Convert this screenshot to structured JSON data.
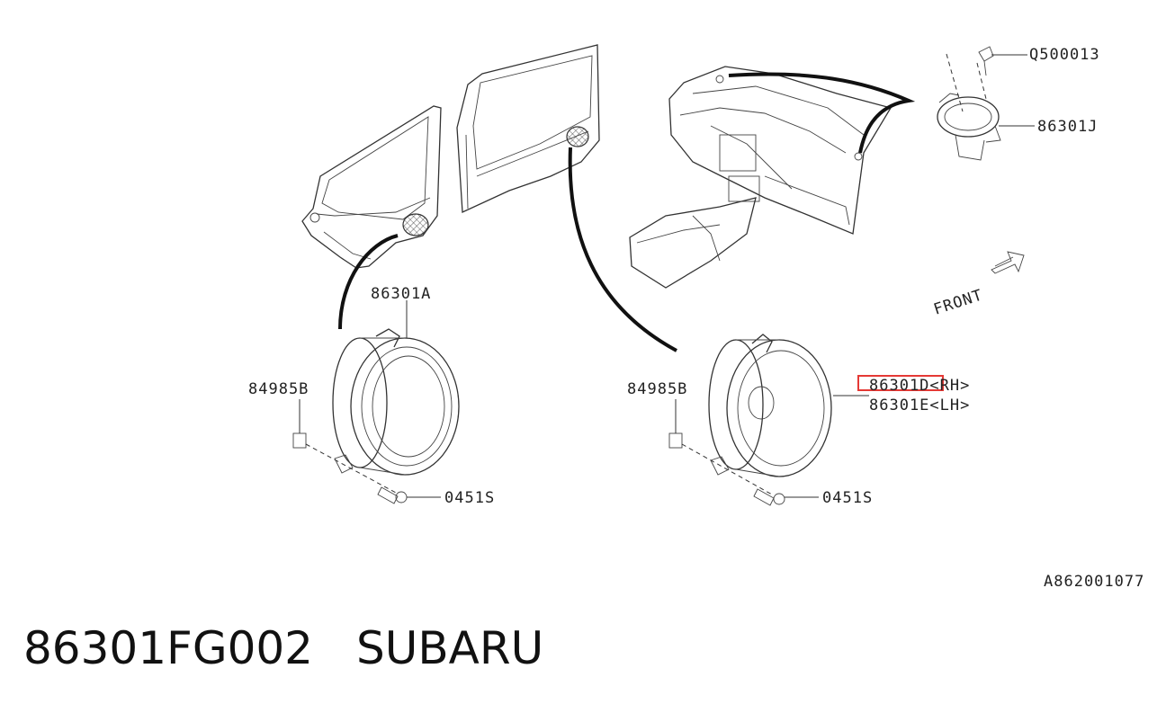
{
  "labels": {
    "q500013": "Q500013",
    "p86301j": "86301J",
    "front": "FRONT",
    "p86301a": "86301A",
    "p84985b_left": "84985B",
    "p84985b_right": "84985B",
    "p0451s_left": "0451S",
    "p0451s_right": "0451S",
    "p86301d_rh": "86301D<RH>",
    "p86301e_lh": "86301E<LH>",
    "diagram_id": "A862001077"
  },
  "footer": {
    "part_number": "86301FG002",
    "brand": "SUBARU"
  },
  "colors": {
    "highlight": "#e53935",
    "line": "#333333"
  }
}
